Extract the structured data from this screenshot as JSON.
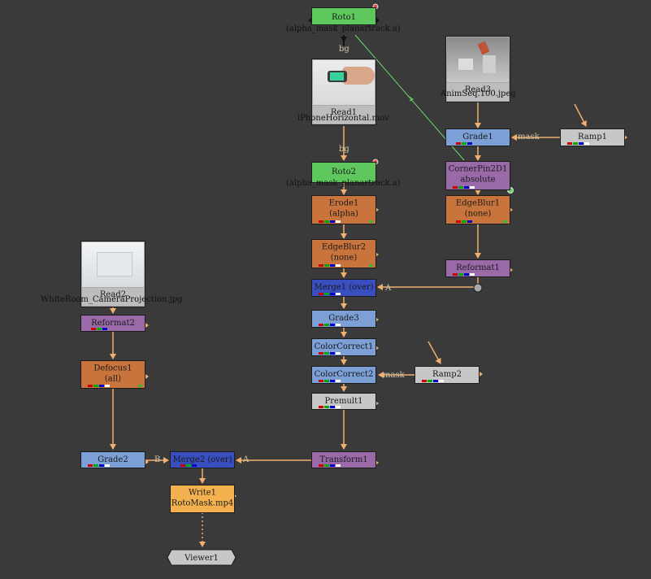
{
  "colors": {
    "background": "#3a3a3a",
    "roto": "#5ec85e",
    "grade": "#7c9fd6",
    "filter": "#c8743c",
    "merge": "#3a4fbf",
    "transform": "#9a6aa8",
    "write": "#f3b24f",
    "generic": "#c7c7c7",
    "pipe": "#f0b070",
    "pipe_green": "#6ad66a"
  },
  "nodes": {
    "roto1": {
      "name": "Roto1",
      "sub": "(alpha_mask_planartrack.a)"
    },
    "read1": {
      "name": "Read1",
      "sub": "iPhoneHorizontal.mov"
    },
    "read3": {
      "name": "Read3",
      "sub": "AnimSeq.100.jpeg"
    },
    "grade1": {
      "name": "Grade1"
    },
    "ramp1": {
      "name": "Ramp1"
    },
    "roto2": {
      "name": "Roto2",
      "sub": "(alpha_mask_planartrack.a)"
    },
    "cornerpin": {
      "name": "CornerPin2D1",
      "sub": "absolute"
    },
    "erode1": {
      "name": "Erode1",
      "sub": "(alpha)"
    },
    "edgeblur1": {
      "name": "EdgeBlur1",
      "sub": "(none)"
    },
    "edgeblur2": {
      "name": "EdgeBlur2",
      "sub": "(none)"
    },
    "reformat1": {
      "name": "Reformat1"
    },
    "read2": {
      "name": "Read2",
      "sub": "WhiteRoom_CameraProjection.jpg"
    },
    "reformat2": {
      "name": "Reformat2"
    },
    "merge1": {
      "name": "Merge1 (over)"
    },
    "grade3": {
      "name": "Grade3"
    },
    "colorcorrect1": {
      "name": "ColorCorrect1"
    },
    "defocus1": {
      "name": "Defocus1",
      "sub": "(all)"
    },
    "colorcorrect2": {
      "name": "ColorCorrect2"
    },
    "ramp2": {
      "name": "Ramp2"
    },
    "premult1": {
      "name": "Premult1"
    },
    "grade2": {
      "name": "Grade2"
    },
    "merge2": {
      "name": "Merge2 (over)"
    },
    "transform1": {
      "name": "Transform1"
    },
    "write1": {
      "name": "Write1",
      "sub": "RotoMask.mp4"
    },
    "viewer1": {
      "name": "Viewer1"
    }
  },
  "edge_labels": {
    "bg1": "bg",
    "bg2": "bg",
    "mask1": "mask",
    "mask2": "mask",
    "a1": "A",
    "a2": "A",
    "b1": "B"
  }
}
